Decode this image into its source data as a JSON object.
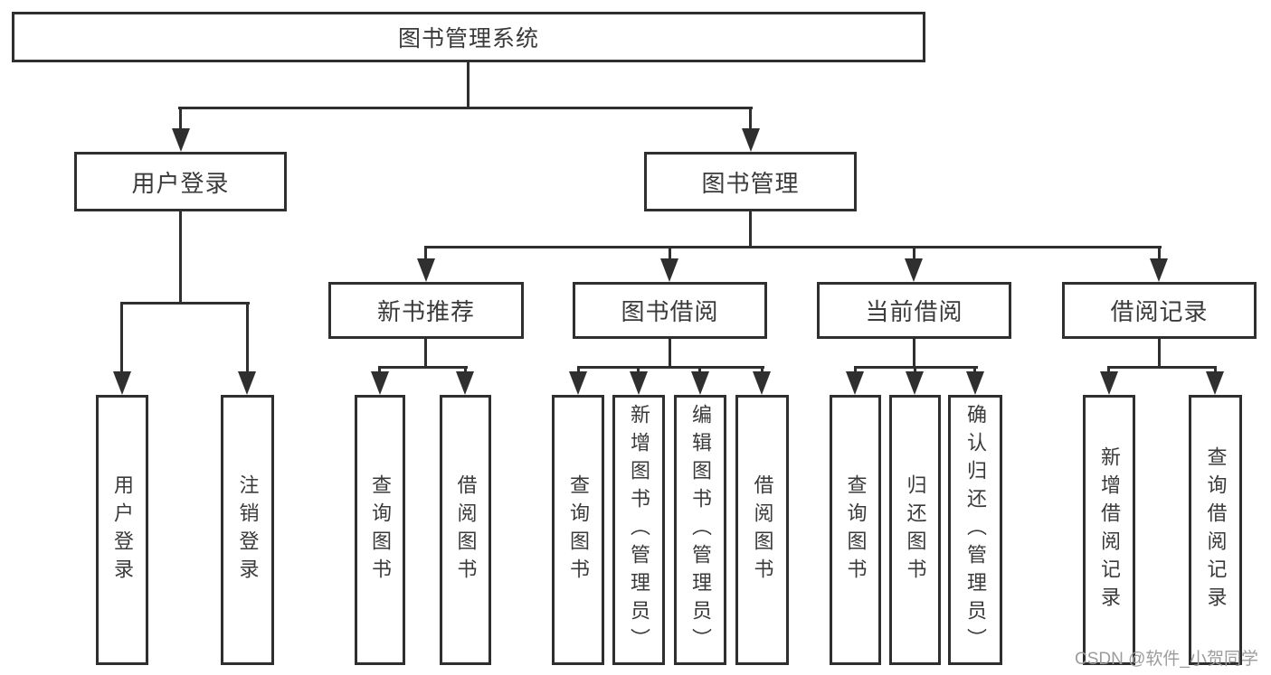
{
  "diagram": {
    "title": "图书管理系统",
    "nodes": {
      "root": "图书管理系统",
      "user_login": "用户登录",
      "book_mgmt": "图书管理",
      "new_book_rec": "新书推荐",
      "book_borrow": "图书借阅",
      "current_borrow": "当前借阅",
      "borrow_records": "借阅记录",
      "ul_login": "用户登录",
      "ul_logout": "注销登录",
      "nb_query": "查询图书",
      "nb_borrow": "借阅图书",
      "bb_query": "查询图书",
      "bb_add": "新增图书（管理员）",
      "bb_edit": "编辑图书（管理员）",
      "bb_borrow": "借阅图书",
      "cb_query": "查询图书",
      "cb_return": "归还图书",
      "cb_confirm": "确认归还（管理员）",
      "br_add": "新增借阅记录",
      "br_query": "查询借阅记录"
    },
    "watermark": "CSDN @软件_小贺同学",
    "colors": {
      "line": "#2f2f2f",
      "text": "#3a3a3a",
      "watermark": "#9c9c9c",
      "background": "#ffffff"
    }
  }
}
